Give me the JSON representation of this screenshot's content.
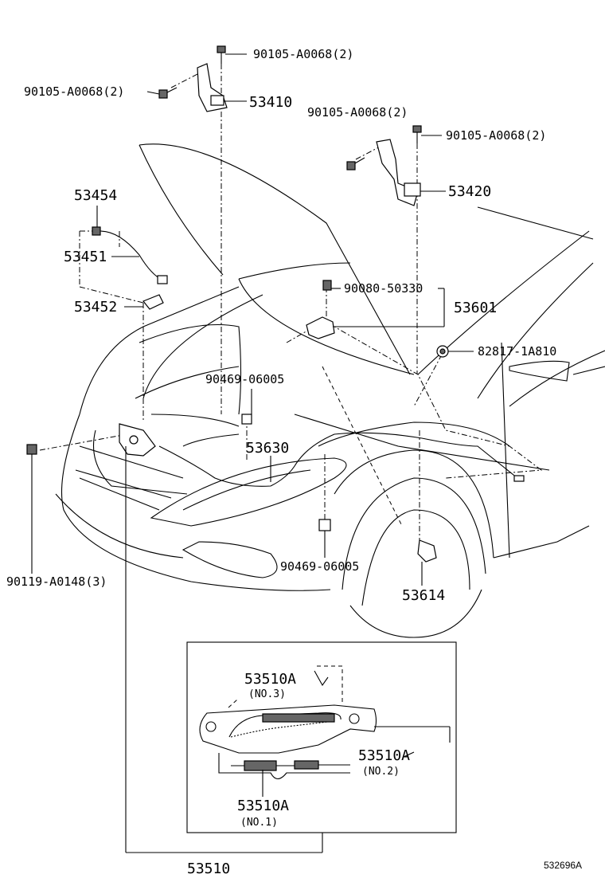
{
  "parts": {
    "bolt_top": "90105-A0068(2)",
    "bolt_left": "90105-A0068(2)",
    "hinge_left": "53410",
    "bolt_right_a": "90105-A0068(2)",
    "bolt_right_b": "90105-A0068(2)",
    "hinge_right": "53420",
    "p53454": "53454",
    "p53451": "53451",
    "p53452": "53452",
    "p90080": "90080-50330",
    "p53601": "53601",
    "p82817": "82817-1A810",
    "p90469_upper": "90469-06005",
    "p53630": "53630",
    "p90119": "90119-A0148(3)",
    "p90469_lower": "90469-06005",
    "p53614": "53614",
    "p53510": "53510"
  },
  "inset": {
    "spring_no3": "53510A",
    "spring_no3_note": "(NO.3)",
    "spring_no2": "53510A",
    "spring_no2_note": "(NO.2)",
    "spring_no1": "53510A",
    "spring_no1_note": "(NO.1)"
  },
  "figure_ref": "532696A"
}
